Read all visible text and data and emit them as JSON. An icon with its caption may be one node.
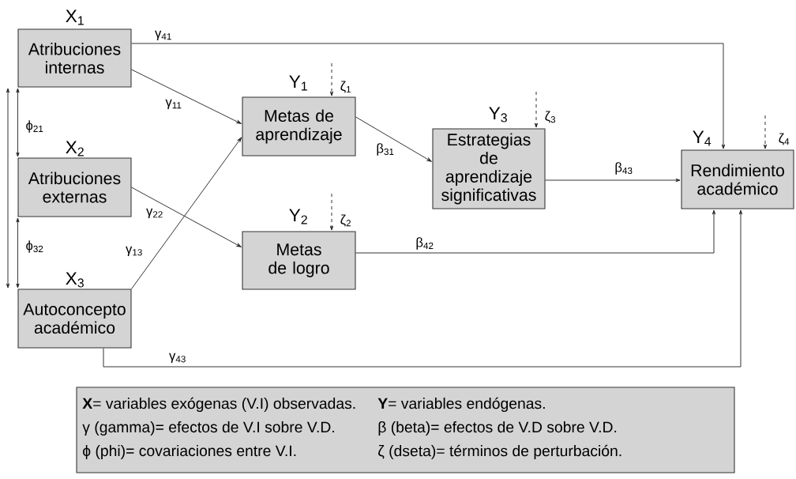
{
  "diagram": {
    "nodes": [
      {
        "text": [
          "X$_{1}$",
          "Atribuciones internas"
        ]
      },
      {
        "text": [
          "X$_{2}$",
          "Atribuciones externas"
        ]
      },
      {
        "text": [
          "X$_{3}$",
          "Autoconcepto académico"
        ]
      },
      {
        "text": [
          "Y$_{1}$",
          "Metas de aprendizaje"
        ]
      },
      {
        "text": [
          "Y$_{2}$",
          "Metas de logro"
        ]
      },
      {
        "text": [
          "Y$_{3}$",
          "Estrategias de aprendizaje significativas"
        ]
      },
      {
        "text": [
          "Y$_{4}$",
          "Rendimiento académico"
        ]
      },
      {
        "text": [
          "**X**= variables exógenas (V.I) observadas.",
          "**Y**= variables endógenas.",
          "γ (gamma)= efectos de V.I sobre V.D.",
          "β (beta)= efectos de V.D sobre V.D.",
          "ϕ (phi)= covariaciones entre V.I.",
          "ζ (dseta)= términos de perturbación."
        ]
      }
    ],
    "edges": [
      {
        "from": 0,
        "to": 6,
        "arrow": "to",
        "label": "γ$_{41}$"
      },
      {
        "from": 0,
        "to": 3,
        "arrow": "to",
        "label": "γ$_{11}$"
      },
      {
        "from": 2,
        "to": 3,
        "arrow": "to",
        "label": "γ$_{13}$"
      },
      {
        "from": 1,
        "to": 4,
        "arrow": "to",
        "label": "γ$_{22}$"
      },
      {
        "from": 3,
        "to": 5,
        "arrow": "to",
        "label": "β$_{31}$"
      },
      {
        "from": 5,
        "to": 6,
        "arrow": "to",
        "label": "β$_{43}$"
      },
      {
        "from": 4,
        "to": 6,
        "arrow": "to",
        "label": "β$_{42}$"
      },
      {
        "from": 2,
        "to": 6,
        "arrow": "to",
        "label": "γ$_{43}$"
      },
      {
        "from": 1,
        "to": 0,
        "arrow": "both",
        "label": "ϕ$_{21}$"
      },
      {
        "from": 2,
        "to": 1,
        "arrow": "both",
        "label": "ϕ$_{32}$"
      },
      {
        "from": 2,
        "to": 0,
        "arrow": "both"
      },
      {
        "from": null,
        "to": 3,
        "arrow": "to",
        "style": "dashed",
        "label": "ζ$_{1}$"
      },
      {
        "from": null,
        "to": 4,
        "arrow": "to",
        "style": "dashed",
        "label": "ζ$_{2}$"
      },
      {
        "from": null,
        "to": 5,
        "arrow": "to",
        "style": "dashed",
        "label": "ζ$_{3}$"
      },
      {
        "from": null,
        "to": 6,
        "arrow": "to",
        "style": "dashed",
        "label": "ζ$_{4}$"
      }
    ]
  }
}
